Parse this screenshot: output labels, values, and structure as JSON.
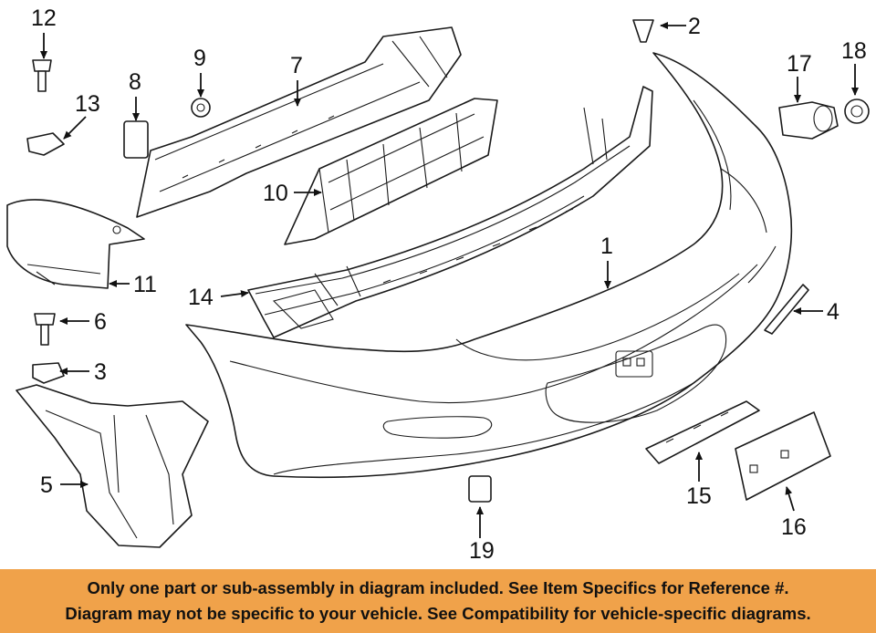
{
  "diagram": {
    "callouts": [
      "1",
      "2",
      "3",
      "4",
      "5",
      "6",
      "7",
      "8",
      "9",
      "10",
      "11",
      "12",
      "13",
      "14",
      "15",
      "16",
      "17",
      "18",
      "19"
    ]
  },
  "disclaimer": {
    "line1": "Only one part or sub-assembly in diagram included. See Item Specifics for Reference #.",
    "line2": "Diagram may not be specific to your vehicle. See Compatibility for vehicle-specific diagrams."
  }
}
